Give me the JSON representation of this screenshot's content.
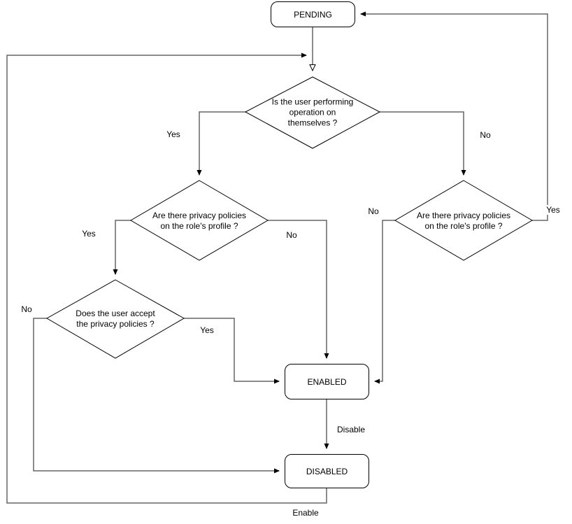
{
  "diagram": {
    "type": "flowchart",
    "background_color": "#ffffff",
    "shape_border_color": "#000000",
    "connector_color": "#666666",
    "nodes": {
      "pending": "PENDING",
      "enabled": "ENABLED",
      "disabled": "DISABLED"
    },
    "decisions": {
      "self_operation": "Is the user performing\noperation on\nthemselves ?",
      "privacy_left": "Are there privacy policies\non the role's profile ?",
      "accept": "Does the user accept\nthe privacy policies ?",
      "privacy_right": "Are there privacy policies\non the role's profile ?"
    },
    "edge_labels": {
      "self_yes": "Yes",
      "self_no": "No",
      "privacy_left_yes": "Yes",
      "privacy_left_no": "No",
      "accept_no": "No",
      "accept_yes": "Yes",
      "privacy_right_no": "No",
      "privacy_right_yes": "Yes",
      "disable": "Disable",
      "enable": "Enable"
    }
  }
}
